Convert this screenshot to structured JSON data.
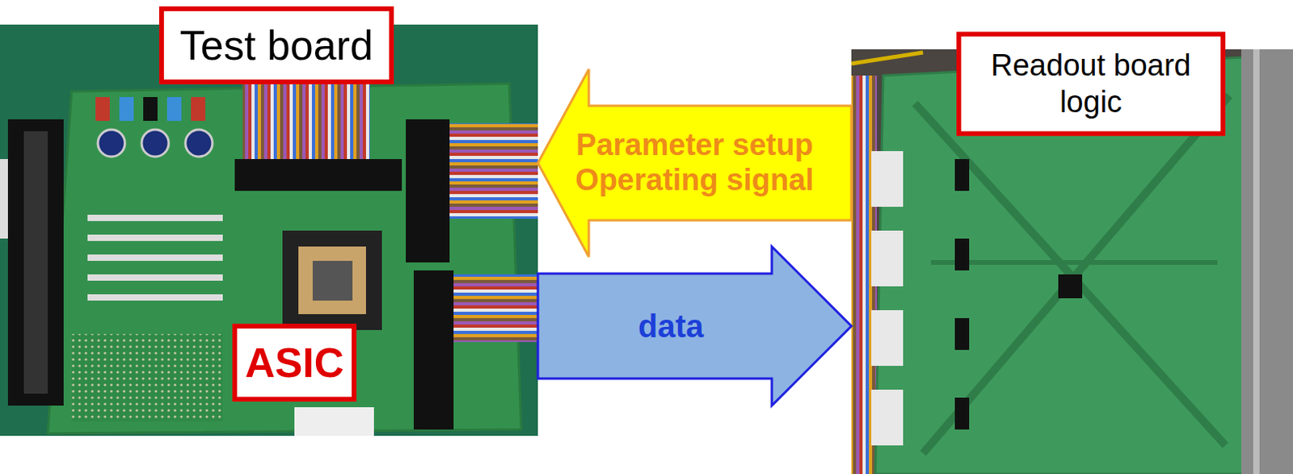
{
  "diagram": {
    "nodes": [
      {
        "text": [
          "Test board"
        ]
      },
      {
        "text": [
          "ASIC"
        ],
        "in": 0
      },
      {
        "text": [
          "Readout board logic"
        ]
      }
    ],
    "edges": [
      {
        "from": 2,
        "to": 0,
        "arrow": "to",
        "label": "Parameter setup Operating signal"
      },
      {
        "from": 0,
        "to": 2,
        "arrow": "to",
        "label": "data"
      }
    ]
  }
}
